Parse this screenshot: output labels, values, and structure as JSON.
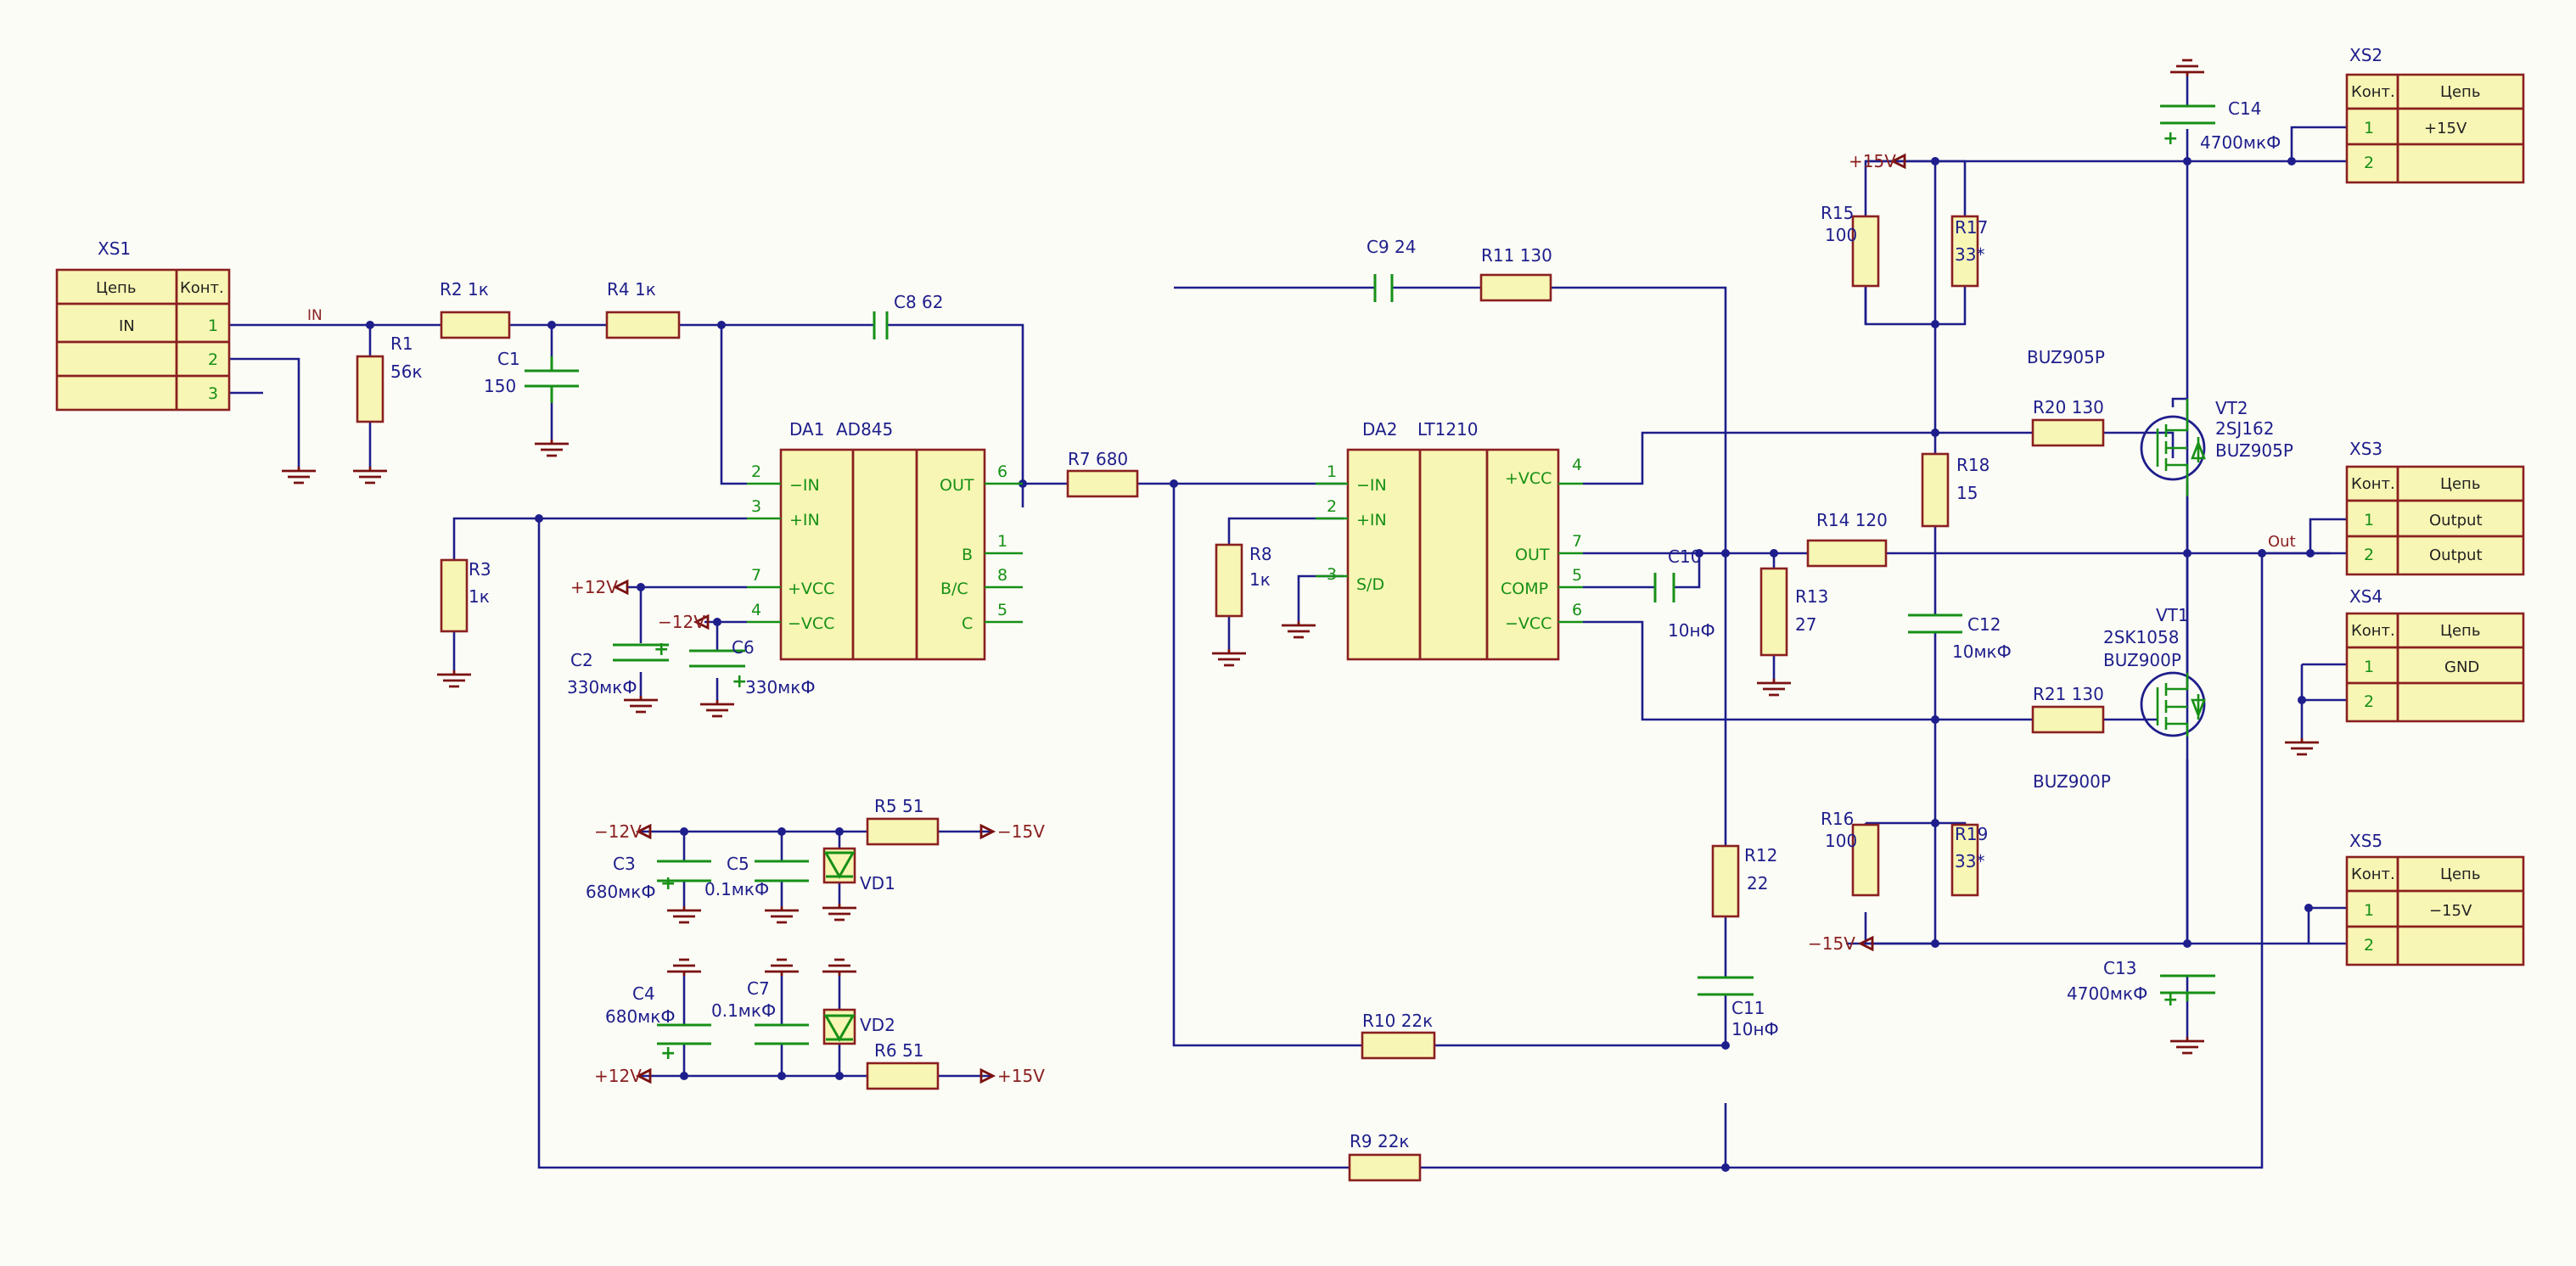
{
  "connectors": {
    "xs1": {
      "ref": "XS1",
      "h1": "Цепь",
      "h2": "Конт.",
      "rows": [
        {
          "net": "IN",
          "pin": "1"
        },
        {
          "net": "",
          "pin": "2"
        },
        {
          "net": "",
          "pin": "3"
        }
      ]
    },
    "xs2": {
      "ref": "XS2",
      "h1": "Конт.",
      "h2": "Цепь",
      "rows": [
        {
          "pin": "1",
          "net": "+15V"
        },
        {
          "pin": "2",
          "net": ""
        }
      ]
    },
    "xs3": {
      "ref": "XS3",
      "h1": "Конт.",
      "h2": "Цепь",
      "rows": [
        {
          "pin": "1",
          "net": "Output"
        },
        {
          "pin": "2",
          "net": "Output"
        }
      ]
    },
    "xs4": {
      "ref": "XS4",
      "h1": "Конт.",
      "h2": "Цепь",
      "rows": [
        {
          "pin": "1",
          "net": "GND"
        },
        {
          "pin": "2",
          "net": ""
        }
      ]
    },
    "xs5": {
      "ref": "XS5",
      "h1": "Конт.",
      "h2": "Цепь",
      "rows": [
        {
          "pin": "1",
          "net": "−15V"
        },
        {
          "pin": "2",
          "net": ""
        }
      ]
    }
  },
  "chips": {
    "da1": {
      "ref": "DA1",
      "part": "AD845",
      "pins": {
        "inm": "−IN",
        "inp": "+IN",
        "vcc": "+VCC",
        "vee": "−VCC",
        "out": "OUT",
        "b": "B",
        "bc": "B/C",
        "c": "C",
        "n2": "2",
        "n3": "3",
        "n7": "7",
        "n4": "4",
        "n6": "6",
        "n1": "1",
        "n8": "8",
        "n5": "5"
      }
    },
    "da2": {
      "ref": "DA2",
      "part": "LT1210",
      "pins": {
        "inm": "−IN",
        "inp": "+IN",
        "sd": "S/D",
        "vcc": "+VCC",
        "out": "OUT",
        "comp": "COMP",
        "vee": "−VCC",
        "n1": "1",
        "n2": "2",
        "n3": "3",
        "n4": "4",
        "n7": "7",
        "n5": "5",
        "n6": "6"
      }
    }
  },
  "components": {
    "r1": {
      "ref": "R1",
      "val": "56к"
    },
    "r2": {
      "ref": "R2 1к"
    },
    "r3": {
      "ref": "R3",
      "val": "1к"
    },
    "r4": {
      "ref": "R4 1к"
    },
    "r5": {
      "ref": "R5 51"
    },
    "r6": {
      "ref": "R6 51"
    },
    "r7": {
      "ref": "R7  680"
    },
    "r8": {
      "ref": "R8",
      "val": "1к"
    },
    "r9": {
      "ref": "R9  22к"
    },
    "r10": {
      "ref": "R10 22к"
    },
    "r11": {
      "ref": "R11 130"
    },
    "r12": {
      "ref": "R12",
      "val": "22"
    },
    "r13": {
      "ref": "R13",
      "val": "27"
    },
    "r14": {
      "ref": "R14  120"
    },
    "r15": {
      "ref": "R15",
      "val": "100"
    },
    "r16": {
      "ref": "R16",
      "val": "100"
    },
    "r17": {
      "ref": "R17",
      "val": "33*"
    },
    "r18": {
      "ref": "R18",
      "val": "15"
    },
    "r19": {
      "ref": "R19",
      "val": "33*"
    },
    "r20": {
      "ref": "R20  130"
    },
    "r21": {
      "ref": "R21  130"
    },
    "c1": {
      "ref": "C1",
      "val": "150"
    },
    "c2": {
      "ref": "C2",
      "val": "330мкФ"
    },
    "c3": {
      "ref": "C3",
      "val": "680мкФ"
    },
    "c4": {
      "ref": "C4",
      "val": "680мкФ"
    },
    "c5": {
      "ref": "C5",
      "val": "0.1мкФ"
    },
    "c6": {
      "ref": "C6",
      "val": "330мкФ"
    },
    "c7": {
      "ref": "C7",
      "val": "0.1мкФ"
    },
    "c8": {
      "ref": "C8 62"
    },
    "c9": {
      "ref": "C9  24"
    },
    "c10": {
      "ref": "C10",
      "val": "10нФ"
    },
    "c11": {
      "ref": "C11",
      "val": "10нФ"
    },
    "c12": {
      "ref": "C12",
      "val": "10мкФ"
    },
    "c13": {
      "ref": "C13",
      "val": "4700мкФ"
    },
    "c14": {
      "ref": "C14",
      "val": "4700мкФ"
    },
    "vd1": {
      "ref": "VD1"
    },
    "vd2": {
      "ref": "VD2"
    },
    "vt1": {
      "ref": "VT1",
      "part": "2SK1058",
      "alt": "BUZ900P",
      "note": "BUZ900P"
    },
    "vt2": {
      "ref": "VT2",
      "part": "2SJ162",
      "alt": "BUZ905P",
      "note": "BUZ905P"
    }
  },
  "nets": {
    "in": "IN",
    "out": "Out",
    "p12a": "+12V",
    "m12a": "−12V",
    "m12b": "−12V",
    "m15a": "−15V",
    "p12b": "+12V",
    "p15a": "+15V",
    "p15b": "+15V",
    "m15b": "−15V"
  }
}
